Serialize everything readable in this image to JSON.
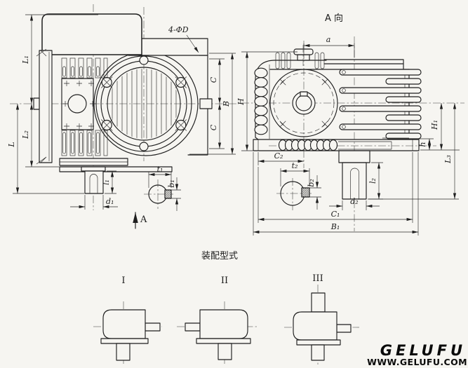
{
  "page": {
    "background": "#f6f5f1",
    "line_color": "#1f1f1f"
  },
  "front_view": {
    "hole_note": "4-ΦD",
    "section_arrow": "A",
    "dim_L1": "L₁",
    "dim_L2": "L₂",
    "dim_L": "L",
    "dim_C_top": "C",
    "dim_C_bottom": "C",
    "dim_B": "B",
    "dim_l1": "l₁",
    "dim_d1": "d₁",
    "dim_t1": "t₁",
    "dim_b1": "b₁"
  },
  "side_view": {
    "title": "A 向",
    "dim_a": "a",
    "dim_H": "H",
    "dim_C2": "C₂",
    "dim_t2": "t₂",
    "dim_b2": "b₂",
    "dim_l2": "l₂",
    "dim_d2": "d₂",
    "dim_C1": "C₁",
    "dim_B1": "B₁",
    "dim_H1": "H₁",
    "dim_h": "h",
    "dim_L3": "L₃"
  },
  "assembly": {
    "title": "装配型式",
    "types": [
      "I",
      "II",
      "III"
    ]
  },
  "branding": {
    "logo": "GELUFU",
    "website": "WWW.GELUFU.COM"
  }
}
